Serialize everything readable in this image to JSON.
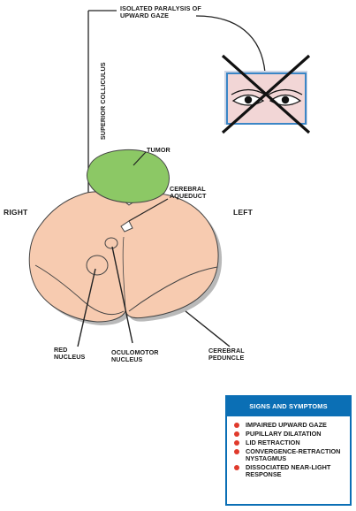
{
  "labels": {
    "title": "ISOLATED PARALYSIS OF UPWARD GAZE",
    "superior_colliculus": "SUPERIOR COLLICULUS",
    "tumor": "TUMOR",
    "cerebral_aqueduct": "CEREBRAL AQUEDUCT",
    "right": "RIGHT",
    "left": "LEFT",
    "red_nucleus": "RED NUCLEUS",
    "oculomotor_nucleus": "OCULOMOTOR NUCLEUS",
    "cerebral_peduncle": "CEREBRAL PEDUNCLE"
  },
  "signs_box": {
    "heading": "SIGNS AND SYMPTOMS",
    "items": [
      "IMPAIRED UPWARD GAZE",
      "PUPILLARY DILATATION",
      "LID RETRACTION",
      "CONVERGENCE-RETRACTION NYSTAGMUS",
      "DISSOCIATED NEAR-LIGHT RESPONSE"
    ]
  },
  "colors": {
    "midbrain_fill": "#f7cbb0",
    "tumor_fill": "#8cc865",
    "eye_panel_fill": "#f2d6d6",
    "eye_panel_border": "#3b86c6",
    "box_accent": "#0b6fb5",
    "bullet": "#e03a2c"
  },
  "icons": [
    "eyes-crossed-out-icon",
    "bullet-dot-icon"
  ]
}
